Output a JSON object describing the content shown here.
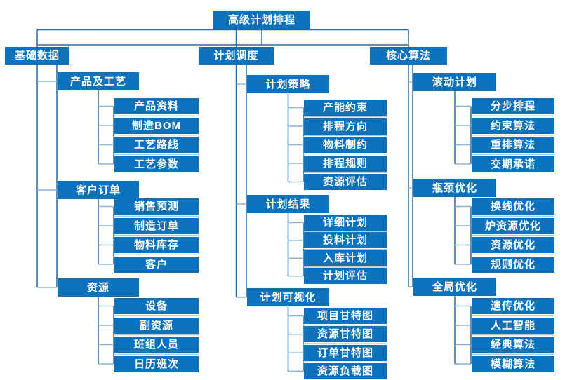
{
  "chart": {
    "root": {
      "label": "高级计划排程"
    },
    "branches": [
      {
        "label": "基础数据",
        "groups": [
          {
            "label": "产品及工艺",
            "children": [
              "产品资料",
              "制造BOM",
              "工艺路线",
              "工艺参数"
            ]
          },
          {
            "label": "客户订单",
            "children": [
              "销售预测",
              "制造订单",
              "物料库存",
              "客户"
            ]
          },
          {
            "label": "资源",
            "children": [
              "设备",
              "副资源",
              "班组人员",
              "日历班次"
            ]
          }
        ]
      },
      {
        "label": "计划调度",
        "groups": [
          {
            "label": "计划策略",
            "children": [
              "产能约束",
              "排程方向",
              "物料制约",
              "排程规则",
              "资源评估"
            ]
          },
          {
            "label": "计划结果",
            "children": [
              "详细计划",
              "投料计划",
              "入库计划",
              "计划评估"
            ]
          },
          {
            "label": "计划可视化",
            "children": [
              "项目甘特图",
              "资源甘特图",
              "订单甘特图",
              "资源负载图"
            ]
          }
        ]
      },
      {
        "label": "核心算法",
        "groups": [
          {
            "label": "滚动计划",
            "children": [
              "分步排程",
              "约束算法",
              "重排算法",
              "交期承诺"
            ]
          },
          {
            "label": "瓶颈优化",
            "children": [
              "换线优化",
              "炉资源优化",
              "资源优化",
              "规则优化"
            ]
          },
          {
            "label": "全局优化",
            "children": [
              "遗传优化",
              "人工智能",
              "经典算法",
              "模糊算法"
            ]
          }
        ]
      }
    ],
    "colors": {
      "node_fill": "#0C72BC",
      "node_text": "#FFFFFF",
      "line_dark": "#2A689E",
      "line_light": "#8AB2D3",
      "line_faint": "#9FC0DB",
      "background": "#FFFFFF"
    }
  }
}
